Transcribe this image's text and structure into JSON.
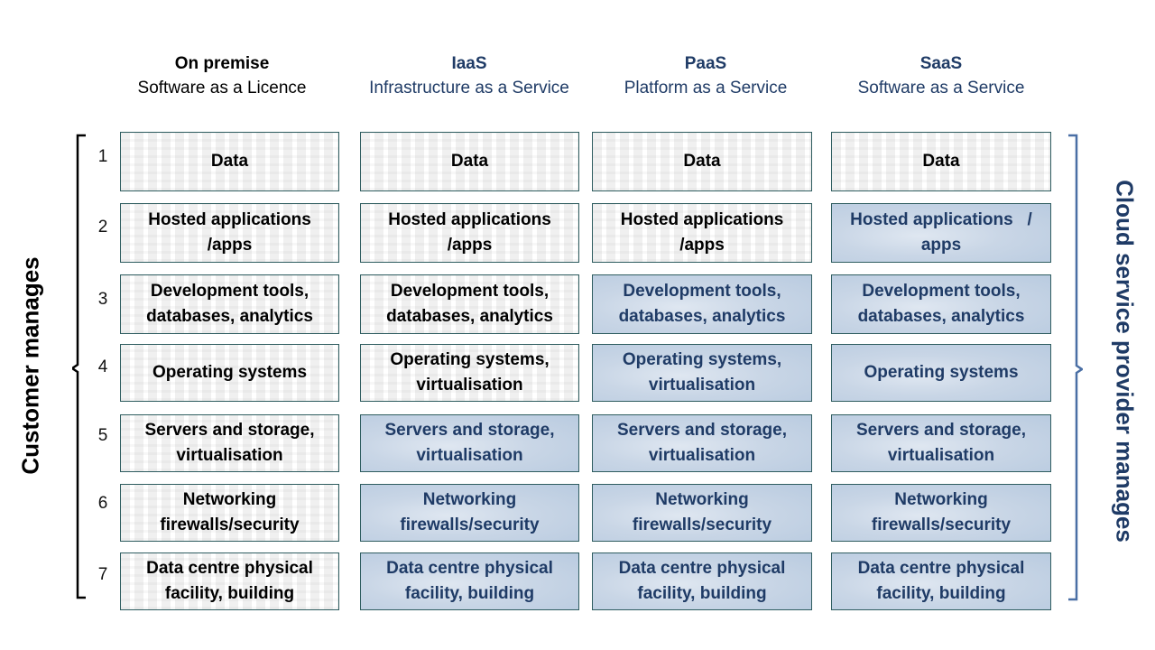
{
  "columns": [
    {
      "title": "On premise",
      "subtitle": "Software as a Licence"
    },
    {
      "title": "IaaS",
      "subtitle": "Infrastructure as a Service"
    },
    {
      "title": "PaaS",
      "subtitle": "Platform as a Service"
    },
    {
      "title": "SaaS",
      "subtitle": "Software as a Service"
    }
  ],
  "row_numbers": [
    "1",
    "2",
    "3",
    "4",
    "5",
    "6",
    "7"
  ],
  "cells": [
    [
      "Data",
      "Data",
      "Data",
      "Data"
    ],
    [
      "Hosted applications /apps",
      "Hosted applications /apps",
      "Hosted applications /apps",
      "Hosted applications   / apps"
    ],
    [
      "Development tools, databases, analytics",
      "Development tools, databases, analytics",
      "Development tools, databases, analytics",
      "Development tools, databases, analytics"
    ],
    [
      "Operating systems",
      "Operating systems, virtualisation",
      "Operating systems, virtualisation",
      "Operating systems"
    ],
    [
      "Servers and storage, virtualisation",
      "Servers and storage, virtualisation",
      "Servers and storage, virtualisation",
      "Servers and storage, virtualisation"
    ],
    [
      "Networking firewalls/security",
      "Networking firewalls/security",
      "Networking firewalls/security",
      "Networking firewalls/security"
    ],
    [
      "Data centre physical facility, building",
      "Data centre physical facility, building",
      "Data centre physical facility, building",
      "Data centre physical facility, building"
    ]
  ],
  "cells_lines": [
    [
      [
        "Data"
      ],
      [
        "Data"
      ],
      [
        "Data"
      ],
      [
        "Data"
      ]
    ],
    [
      [
        "Hosted applications",
        "/apps"
      ],
      [
        "Hosted applications",
        "/apps"
      ],
      [
        "Hosted applications",
        "/apps"
      ],
      [
        "Hosted applications   /",
        "apps"
      ]
    ],
    [
      [
        "Development tools,",
        "databases, analytics"
      ],
      [
        "Development tools,",
        "databases, analytics"
      ],
      [
        "Development tools,",
        "databases, analytics"
      ],
      [
        "Development tools,",
        "databases, analytics"
      ]
    ],
    [
      [
        "Operating systems"
      ],
      [
        "Operating systems,",
        "virtualisation"
      ],
      [
        "Operating systems,",
        "virtualisation"
      ],
      [
        "Operating systems"
      ]
    ],
    [
      [
        "Servers and storage,",
        "virtualisation"
      ],
      [
        "Servers and storage,",
        "virtualisation"
      ],
      [
        "Servers and storage,",
        "virtualisation"
      ],
      [
        "Servers and storage,",
        "virtualisation"
      ]
    ],
    [
      [
        "Networking",
        "firewalls/security"
      ],
      [
        "Networking",
        "firewalls/security"
      ],
      [
        "Networking",
        "firewalls/security"
      ],
      [
        "Networking",
        "firewalls/security"
      ]
    ],
    [
      [
        "Data centre physical",
        "facility, building"
      ],
      [
        "Data centre physical",
        "facility, building"
      ],
      [
        "Data centre physical",
        "facility, building"
      ],
      [
        "Data centre physical",
        "facility, building"
      ]
    ]
  ],
  "managed_by": [
    [
      "customer",
      "customer",
      "customer",
      "customer"
    ],
    [
      "customer",
      "customer",
      "customer",
      "provider"
    ],
    [
      "customer",
      "customer",
      "provider",
      "provider"
    ],
    [
      "customer",
      "customer",
      "provider",
      "provider"
    ],
    [
      "customer",
      "provider",
      "provider",
      "provider"
    ],
    [
      "customer",
      "provider",
      "provider",
      "provider"
    ],
    [
      "customer",
      "provider",
      "provider",
      "provider"
    ]
  ],
  "side_labels": {
    "left": "Customer  manages",
    "right": "Cloud  service  provider  manages"
  },
  "colors": {
    "customer_text": "#000000",
    "provider_text": "#1f3b66",
    "provider_fill": "#c9d6e6",
    "cell_border": "#2f5d60",
    "right_bracket": "#4a6fa5"
  }
}
